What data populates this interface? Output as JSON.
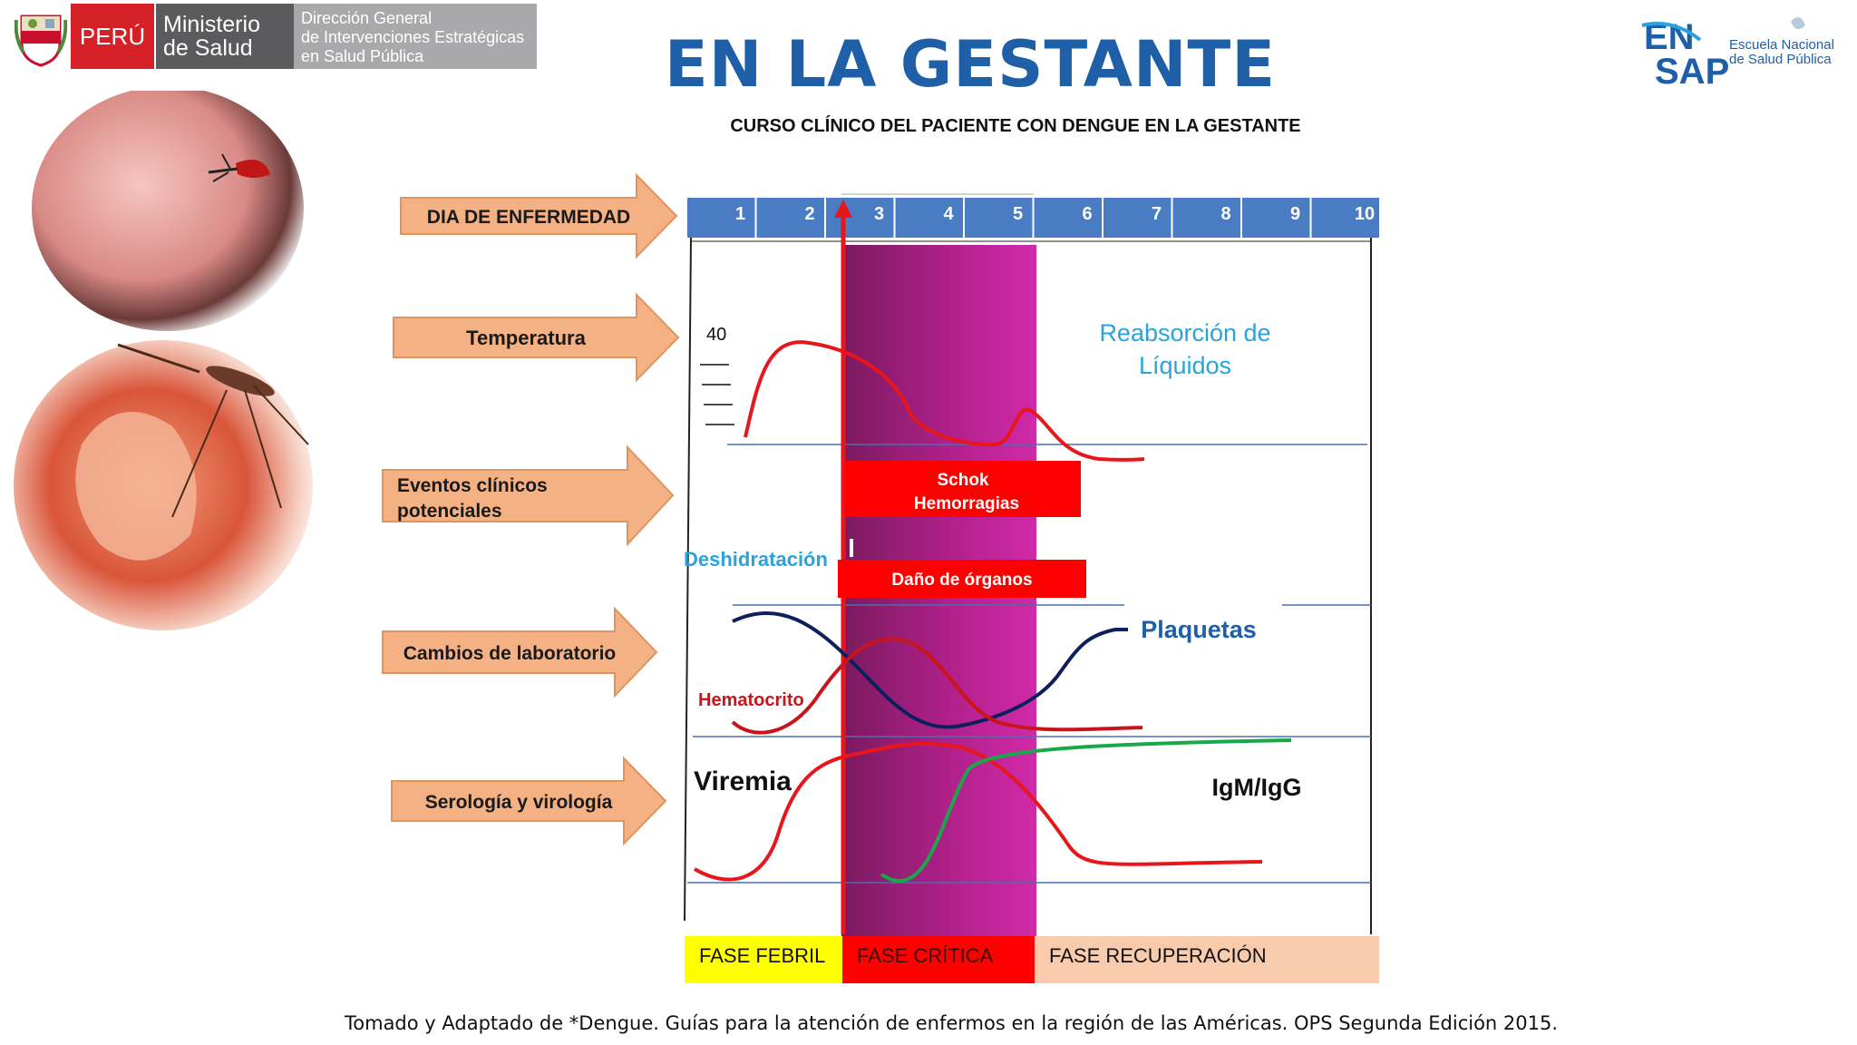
{
  "header": {
    "peru_label": "PERÚ",
    "ministry_line1": "Ministerio",
    "ministry_line2": "de Salud",
    "directorate_line1": "Dirección General",
    "directorate_line2": "de Intervenciones Estratégicas",
    "directorate_line3": "en Salud Pública",
    "ensap_line1": "Escuela Nacional",
    "ensap_line2": "de Salud Pública",
    "ensap_logo": "EN SAP"
  },
  "title": "EN LA GESTANTE",
  "subtitle": "CURSO CLÍNICO DEL PACIENTE CON DENGUE EN LA GESTANTE",
  "row_arrows": [
    {
      "label": "DIA DE ENFERMEDAD"
    },
    {
      "label": "Temperatura"
    },
    {
      "label_line1": "Eventos clínicos",
      "label_line2": "potenciales"
    },
    {
      "label": "Cambios de laboratorio"
    },
    {
      "label": "Serología y virología"
    }
  ],
  "days": [
    "1",
    "2",
    "3",
    "4",
    "5",
    "6",
    "7",
    "8",
    "9",
    "10"
  ],
  "temperature_mark": "40",
  "annotations": {
    "reabsorcion_line1": "Reabsorción de",
    "reabsorcion_line2": "Líquidos",
    "shock_line1": "Schok",
    "shock_line2": "Hemorragias",
    "deshidratacion": "Deshidratación",
    "dano_organos": "Daño de órganos",
    "plaquetas": "Plaquetas",
    "hematocrito": "Hematocrito",
    "viremia": "Viremia",
    "igm_igg": "IgM/IgG"
  },
  "phases": {
    "febril": "FASE FEBRIL",
    "critica": "FASE CRÍTICA",
    "recuperacion": "FASE RECUPERACIÓN"
  },
  "footer": "Tomado y Adaptado de *Dengue. Guías para la atención de enfermos en la región de las Américas. OPS Segunda Edición 2015.",
  "colors": {
    "title_blue": "#1f5fa8",
    "arrow_fill": "#f4b183",
    "day_bar": "#4a7cc4",
    "critical_band": "#b0208a",
    "red_line": "#e8161b",
    "platelet_line": "#0d1f5c",
    "igm_line": "#18a84a",
    "annotation_cyan": "#2aa3dc",
    "phase_febril": "#ffff00",
    "phase_critica": "#ff0000",
    "phase_recuperacion": "#f8cbad"
  },
  "icons": {
    "shield": "peru-coat-of-arms-icon",
    "ensap": "ensap-logo-icon",
    "photo1": "pregnant-belly-mosquito-image",
    "photo2": "fetus-mosquito-image"
  }
}
